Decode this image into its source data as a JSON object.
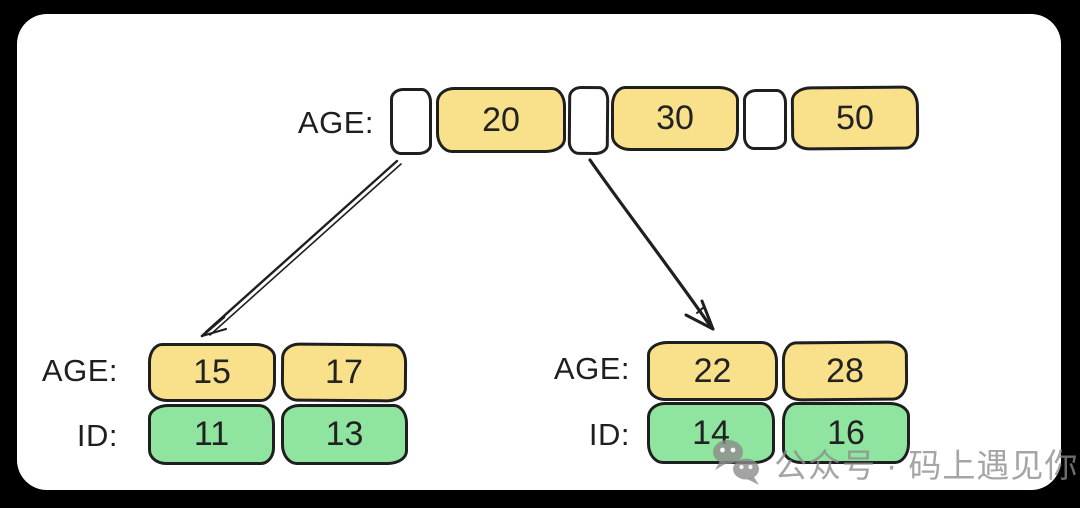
{
  "colors": {
    "background": "#000000",
    "card": "#ffffff",
    "key_fill": "#F8E18A",
    "id_fill": "#8FE5A0",
    "stroke": "#1f1f1f",
    "watermark_gray": "#8c8c8c"
  },
  "root_node": {
    "label": "AGE:",
    "keys": [
      "20",
      "30",
      "50"
    ],
    "pointer_count": 3
  },
  "left_leaf": {
    "age_label": "AGE:",
    "id_label": "ID:",
    "age_values": [
      "15",
      "17"
    ],
    "id_values": [
      "11",
      "13"
    ]
  },
  "right_leaf": {
    "age_label": "AGE:",
    "id_label": "ID:",
    "age_values": [
      "22",
      "28"
    ],
    "id_values": [
      "14",
      "16"
    ]
  },
  "watermark": {
    "icon": "wechat-icon",
    "text": "公众号 · 码上遇见你"
  }
}
